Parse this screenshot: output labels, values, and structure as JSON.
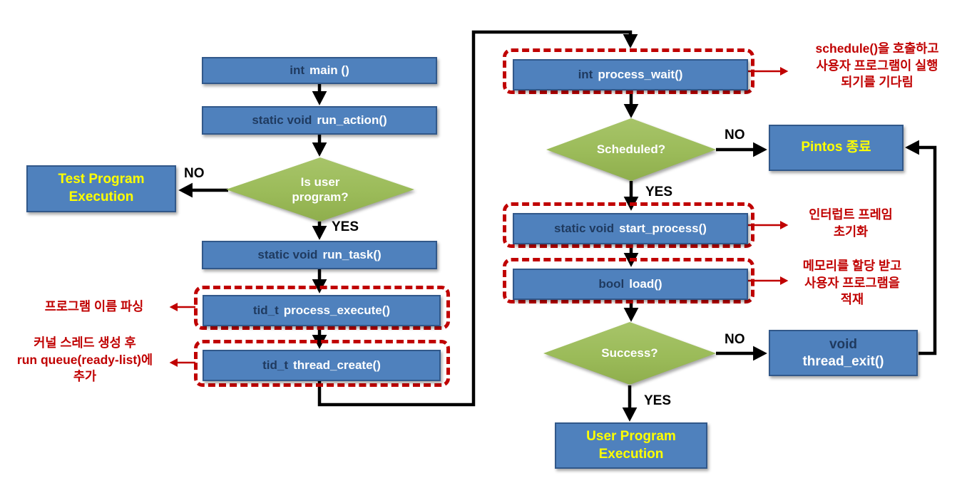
{
  "title": "Pintos user program execution flowchart",
  "nodes": {
    "main": {
      "prefix": "int",
      "name": "main ()"
    },
    "run_action": {
      "prefix": "static void",
      "name": "run_action()"
    },
    "is_user_program": {
      "label": "Is user\nprogram?"
    },
    "test_program_execution": {
      "label": "Test Program\nExecution"
    },
    "run_task": {
      "prefix": "static void",
      "name": "run_task()"
    },
    "process_execute": {
      "prefix": "tid_t",
      "name": "process_execute()"
    },
    "thread_create": {
      "prefix": "tid_t",
      "name": "thread_create()"
    },
    "process_wait": {
      "prefix": "int",
      "name": "process_wait()"
    },
    "scheduled": {
      "label": "Scheduled?"
    },
    "pintos_exit": {
      "label": "Pintos 종료"
    },
    "start_process": {
      "prefix": "static void",
      "name": "start_process()"
    },
    "load": {
      "prefix": "bool",
      "name": "load()"
    },
    "success": {
      "label": "Success?"
    },
    "thread_exit": {
      "prefix": "void",
      "name": "thread_exit()"
    },
    "user_program_execution": {
      "label": "User Program\nExecution"
    }
  },
  "edge_labels": {
    "no_is_user": "NO",
    "yes_is_user": "YES",
    "no_scheduled": "NO",
    "yes_scheduled": "YES",
    "no_success": "NO",
    "yes_success": "YES"
  },
  "annotations": {
    "parse_name": "프로그램 이름 파싱",
    "kernel_thread": "커널 스레드 생성 후\nrun queue(ready-list)에\n추가",
    "schedule_wait": "schedule()을 호출하고\n사용자 프로그램이 실행\n되기를 기다림",
    "interrupt_frame": "인터럽트 프레임\n초기화",
    "memory_load": "메모리를 할당 받고\n사용자 프로그램을\n적재"
  },
  "colors": {
    "box_fill": "#4F81BD",
    "box_border": "#31588A",
    "diamond_fill": "#9BBB59",
    "dashed_red": "#C00000",
    "annotation_red": "#C00000",
    "yellow_text": "#FFFF00",
    "dark_label": "#1F3A5F",
    "white_text": "#FFFFFF",
    "arrow_black": "#000000"
  }
}
